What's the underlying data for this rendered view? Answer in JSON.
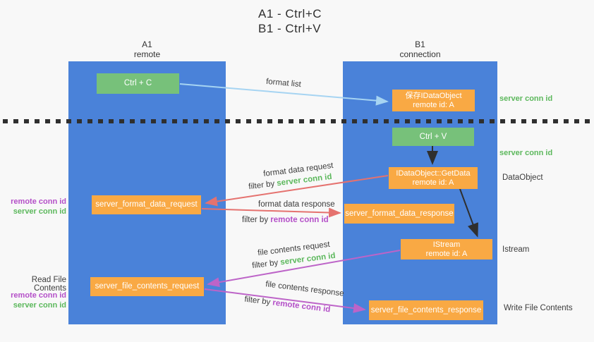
{
  "title": {
    "line1": "A1 - Ctrl+C",
    "line2": "B1 - Ctrl+V"
  },
  "columns": {
    "left": {
      "id": "A1",
      "subtitle": "remote"
    },
    "right": {
      "id": "B1",
      "subtitle": "connection"
    }
  },
  "nodes": {
    "ctrl_c": "Ctrl + C",
    "save_idataobject": {
      "line1": "保存IDataObject",
      "line2": "remote id: A"
    },
    "ctrl_v": "Ctrl + V",
    "getdata": {
      "line1": "IDataObject::GetData",
      "line2": "remote id: A"
    },
    "format_request": "server_format_data_request",
    "format_response": "server_format_data_response",
    "istream": {
      "line1": "IStream",
      "line2": "remote id: A"
    },
    "file_request": "server_file_contents_request",
    "file_response": "server_file_contents_response"
  },
  "annotations": {
    "right_server_conn_id_top": "server conn id",
    "right_server_conn_id_mid": "server conn id",
    "right_dataobject": "DataObject",
    "right_istream": "Istream",
    "right_write_file": "Write File Contents",
    "left_remote_conn_id_top": "remote conn id",
    "left_server_conn_id_top": "server conn id",
    "left_read_file": "Read File Contents",
    "left_remote_conn_id_bottom": "remote conn id",
    "left_server_conn_id_bottom": "server conn id"
  },
  "arrow_labels": {
    "format_list": "format list",
    "format_data_request": "format data request",
    "filter_by_1_prefix": "filter by ",
    "filter_by_1_value": "server conn id",
    "format_data_response": "format data response",
    "filter_by_2_prefix": "filter by ",
    "filter_by_2_value": "remote conn id",
    "file_contents_request": "file contents request",
    "filter_by_3_prefix": "filter by ",
    "filter_by_3_value": "server conn id",
    "file_contents_response": "file contents response",
    "filter_by_4_prefix": "filter by ",
    "filter_by_4_value": "remote conn id"
  },
  "colors": {
    "background": "#f8f8f8",
    "column_blue": "#4a82d9",
    "box_green": "#77c17a",
    "box_orange": "#f9a944",
    "arrow_lightblue": "#a6d4f2",
    "arrow_red": "#e5726f",
    "arrow_magenta": "#bd64c8",
    "arrow_black": "#2f2f2f",
    "text_green": "#5cb85c",
    "text_purple": "#b44fc8",
    "text_dark": "#3c3c3c"
  }
}
